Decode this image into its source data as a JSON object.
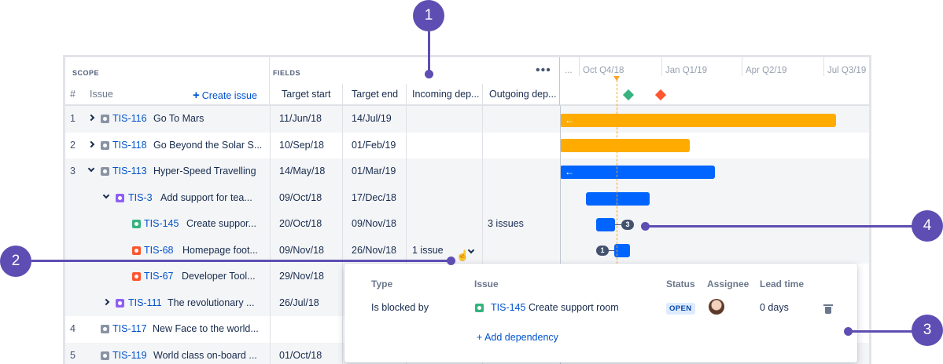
{
  "header": {
    "scope_title": "SCOPE",
    "fields_title": "FIELDS",
    "hash_col": "#",
    "issue_col": "Issue",
    "create_issue": "Create issue",
    "more": "•••",
    "columns": [
      "Target start",
      "Target end",
      "Incoming dep...",
      "Outgoing dep..."
    ]
  },
  "timeline": {
    "ellipsis": "...",
    "quarters": [
      "Oct Q4/18",
      "Jan Q1/19",
      "Apr Q2/19",
      "Jul Q3/19"
    ]
  },
  "rows": [
    {
      "num": "1",
      "key": "TIS-116",
      "summary": "Go To Mars",
      "start": "11/Jun/18",
      "end": "14/Jul/19",
      "incoming": "",
      "outgoing": ""
    },
    {
      "num": "2",
      "key": "TIS-118",
      "summary": "Go Beyond the Solar S...",
      "start": "10/Sep/18",
      "end": "01/Feb/19",
      "incoming": "",
      "outgoing": ""
    },
    {
      "num": "3",
      "key": "TIS-113",
      "summary": "Hyper-Speed Travelling",
      "start": "14/May/18",
      "end": "01/Mar/19",
      "incoming": "",
      "outgoing": ""
    },
    {
      "num": "",
      "key": "TIS-3",
      "summary": "Add support for tea...",
      "start": "09/Oct/18",
      "end": "17/Dec/18",
      "incoming": "",
      "outgoing": ""
    },
    {
      "num": "",
      "key": "TIS-145",
      "summary": "Create suppor...",
      "start": "20/Oct/18",
      "end": "09/Nov/18",
      "incoming": "",
      "outgoing": "3 issues"
    },
    {
      "num": "",
      "key": "TIS-68",
      "summary": "Homepage foot...",
      "start": "09/Nov/18",
      "end": "26/Nov/18",
      "incoming": "1 issue",
      "outgoing": ""
    },
    {
      "num": "",
      "key": "TIS-67",
      "summary": "Developer Tool...",
      "start": "29/Nov/18",
      "end": "",
      "incoming": "",
      "outgoing": ""
    },
    {
      "num": "",
      "key": "TIS-111",
      "summary": "The revolutionary ...",
      "start": "26/Jul/18",
      "end": "",
      "incoming": "",
      "outgoing": ""
    },
    {
      "num": "4",
      "key": "TIS-117",
      "summary": "New Face to the world...",
      "start": "",
      "end": "",
      "incoming": "",
      "outgoing": ""
    },
    {
      "num": "5",
      "key": "TIS-119",
      "summary": "World class on-board ...",
      "start": "01/Oct/18",
      "end": "",
      "incoming": "",
      "outgoing": ""
    }
  ],
  "pills": {
    "outgoing_count": "3",
    "incoming_count": "1"
  },
  "popover": {
    "headers": {
      "type": "Type",
      "issue": "Issue",
      "status": "Status",
      "assignee": "Assignee",
      "lead_time": "Lead time"
    },
    "type": "Is blocked by",
    "issue_key": "TIS-145",
    "issue_summary": "Create support room",
    "status": "OPEN",
    "lead_time": "0 days",
    "add_dependency": "+ Add dependency"
  },
  "callouts": [
    "1",
    "2",
    "3",
    "4"
  ],
  "colors": {
    "callout": "#5e4db2",
    "bar_orange": "#ffab00",
    "bar_blue": "#0065ff",
    "link": "#0052cc",
    "today": "#f6a623",
    "milestone_green": "#36b37e",
    "milestone_red": "#ff5630"
  },
  "icons": [
    "expand-chevron-icon",
    "collapse-chevron-icon",
    "issue-type-icon",
    "plus-icon",
    "more-icon",
    "trash-icon",
    "pointer-cursor-icon",
    "dropdown-chevron-icon",
    "arrow-left-icon"
  ]
}
